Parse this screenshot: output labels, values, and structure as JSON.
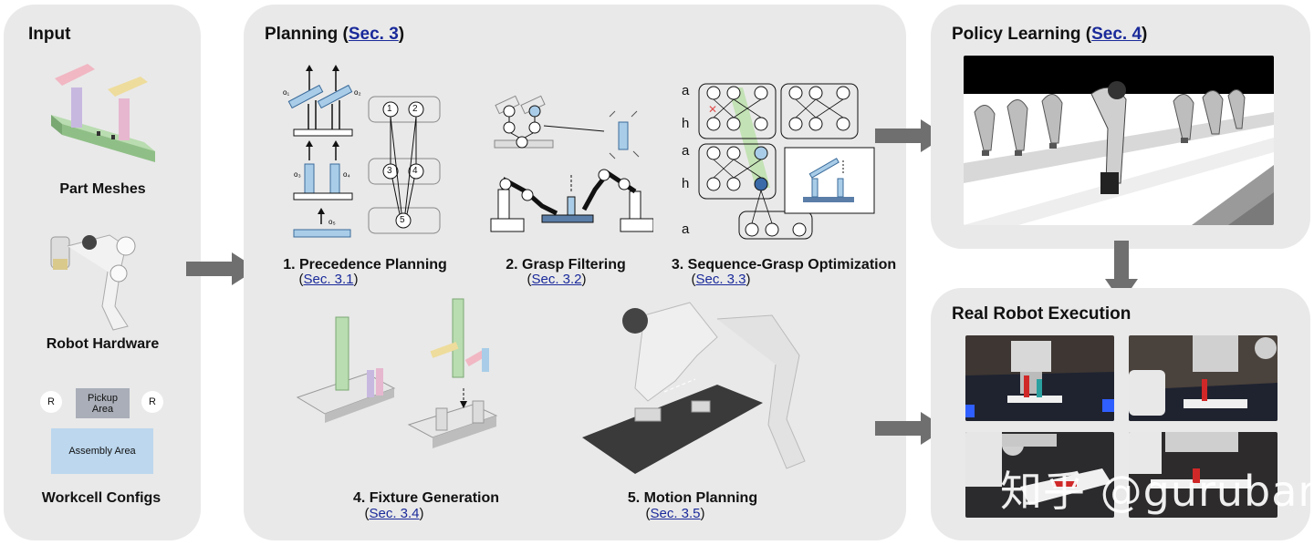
{
  "panels": {
    "input": {
      "title": "Input",
      "items": [
        {
          "label": "Part Meshes"
        },
        {
          "label": "Robot Hardware"
        },
        {
          "label": "Workcell Configs"
        }
      ],
      "workcell": {
        "robot_marker": "R",
        "pickup": "Pickup Area",
        "assembly": "Assembly Area"
      }
    },
    "planning": {
      "title_prefix": "Planning",
      "title_link": "Sec. 3",
      "steps": [
        {
          "label": "1. Precedence Planning",
          "ref": "Sec. 3.1"
        },
        {
          "label": "2. Grasp Filtering",
          "ref": "Sec. 3.2"
        },
        {
          "label": "3. Sequence-Grasp Optimization",
          "ref": "Sec. 3.3"
        },
        {
          "label": "4. Fixture Generation",
          "ref": "Sec. 3.4"
        },
        {
          "label": "5. Motion Planning",
          "ref": "Sec. 3.5"
        }
      ],
      "precedence_nodes": [
        "1",
        "2",
        "3",
        "4",
        "5"
      ],
      "seq_row_labels": [
        "a",
        "h",
        "a",
        "h",
        "a"
      ]
    },
    "policy": {
      "title_prefix": "Policy Learning",
      "title_link": "Sec. 4"
    },
    "real": {
      "title": "Real Robot Execution"
    }
  },
  "watermark": "知乎 @gurubar",
  "colors": {
    "panel": "#e9e9e9",
    "arrow": "#6f6f6f",
    "link": "#1a2a9a",
    "blue_part": "#a9cde8",
    "assembly": "#bcd7ee"
  }
}
